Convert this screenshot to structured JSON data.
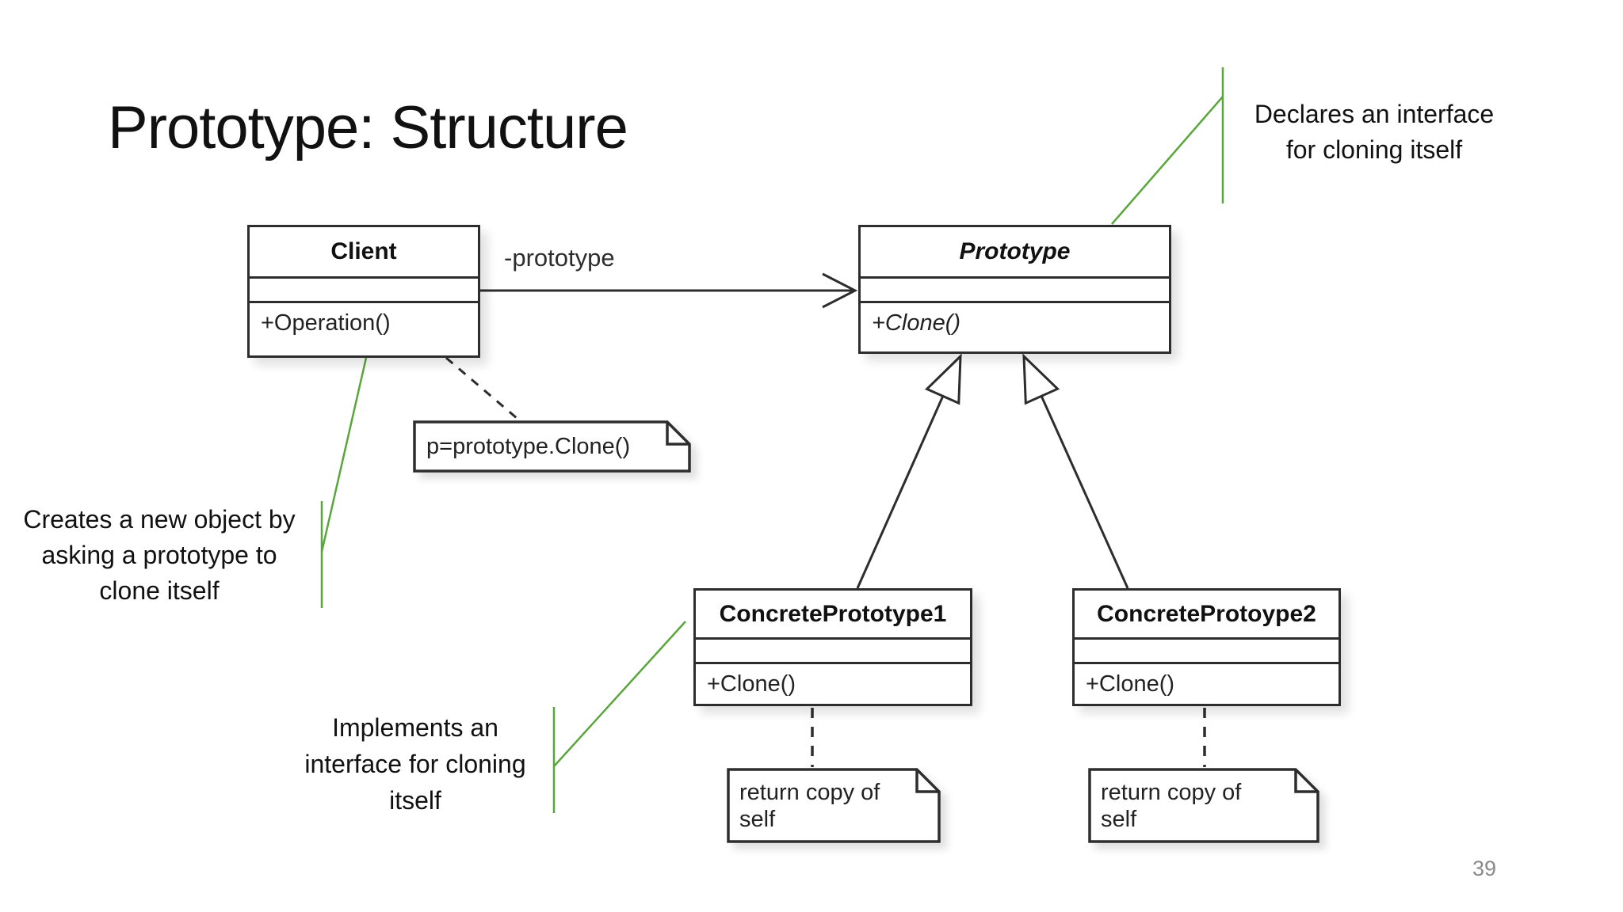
{
  "slide": {
    "title": "Prototype: Structure",
    "page_number": "39"
  },
  "diagram": {
    "classes": {
      "client": {
        "name": "Client",
        "operations": "+Operation()"
      },
      "prototype": {
        "name": "Prototype",
        "operations": "+Clone()"
      },
      "concrete1": {
        "name": "ConcretePrototype1",
        "operations": "+Clone()"
      },
      "concrete2": {
        "name": "ConcreteProtoype2",
        "operations": "+Clone()"
      }
    },
    "association_label": "-prototype",
    "notes": {
      "client_note": "p=prototype.Clone()",
      "concrete1_note": "return copy of\nself",
      "concrete2_note": "return copy of\nself"
    }
  },
  "annotations": {
    "declares": "Declares an interface\nfor cloning itself",
    "creates": "Creates a new object by\nasking a prototype to\nclone itself",
    "implements": "Implements an\ninterface for cloning\nitself"
  },
  "colors": {
    "callout_green": "#5aa63c",
    "line_dark": "#2d2d2d",
    "page_number_gray": "#8a8a8a"
  }
}
